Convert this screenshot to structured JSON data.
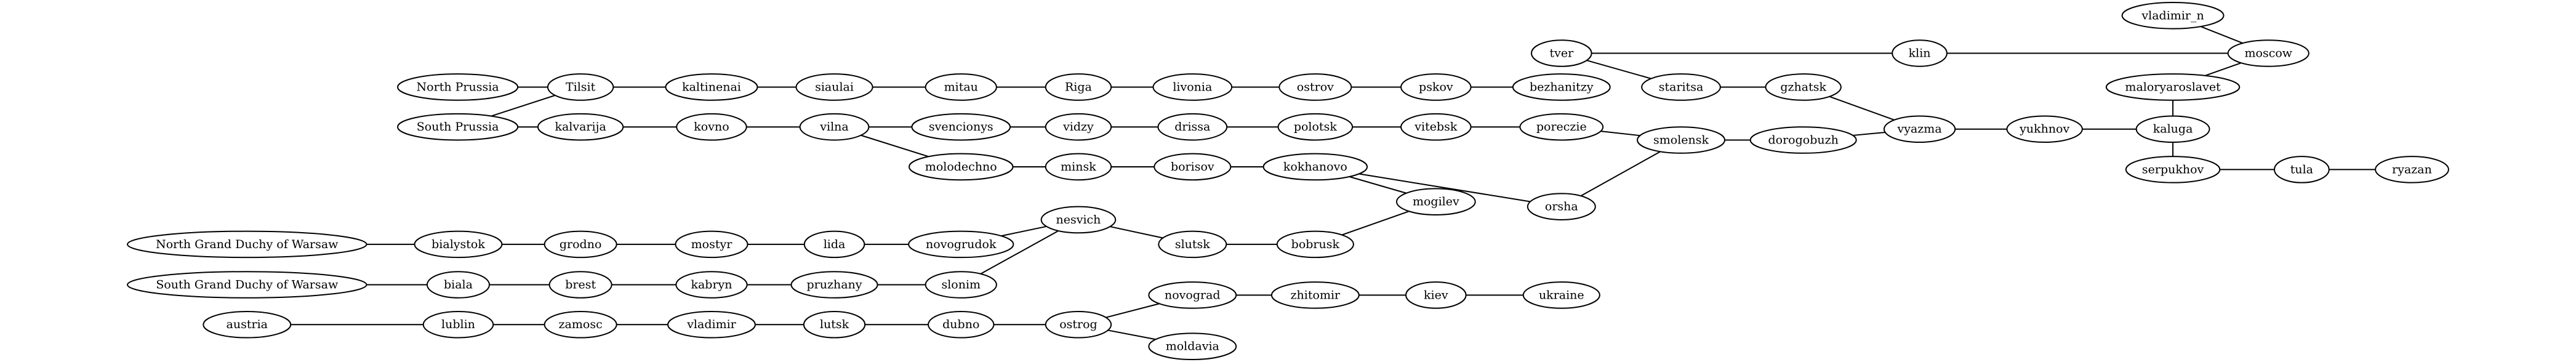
{
  "graph": {
    "nodes": [
      {
        "id": "north_prussia",
        "label": "North Prussia"
      },
      {
        "id": "south_prussia",
        "label": "South Prussia"
      },
      {
        "id": "north_gdw",
        "label": "North Grand Duchy of Warsaw"
      },
      {
        "id": "south_gdw",
        "label": "South Grand Duchy of Warsaw"
      },
      {
        "id": "austria",
        "label": "austria"
      },
      {
        "id": "tilsit",
        "label": "Tilsit"
      },
      {
        "id": "kaltinenai",
        "label": "kaltinenai"
      },
      {
        "id": "siaulai",
        "label": "siaulai"
      },
      {
        "id": "mitau",
        "label": "mitau"
      },
      {
        "id": "riga",
        "label": "Riga"
      },
      {
        "id": "livonia",
        "label": "livonia"
      },
      {
        "id": "ostrov",
        "label": "ostrov"
      },
      {
        "id": "pskov",
        "label": "pskov"
      },
      {
        "id": "bezhanitzy",
        "label": "bezhanitzy"
      },
      {
        "id": "kalvarija",
        "label": "kalvarija"
      },
      {
        "id": "kovno",
        "label": "kovno"
      },
      {
        "id": "vilna",
        "label": "vilna"
      },
      {
        "id": "svencionys",
        "label": "svencionys"
      },
      {
        "id": "vidzy",
        "label": "vidzy"
      },
      {
        "id": "drissa",
        "label": "drissa"
      },
      {
        "id": "polotsk",
        "label": "polotsk"
      },
      {
        "id": "vitebsk",
        "label": "vitebsk"
      },
      {
        "id": "poreczie",
        "label": "poreczie"
      },
      {
        "id": "molodechno",
        "label": "molodechno"
      },
      {
        "id": "minsk",
        "label": "minsk"
      },
      {
        "id": "borisov",
        "label": "borisov"
      },
      {
        "id": "kokhanovo",
        "label": "kokhanovo"
      },
      {
        "id": "orsha",
        "label": "orsha"
      },
      {
        "id": "mogilev",
        "label": "mogilev"
      },
      {
        "id": "bialystok",
        "label": "bialystok"
      },
      {
        "id": "grodno",
        "label": "grodno"
      },
      {
        "id": "mostyr",
        "label": "mostyr"
      },
      {
        "id": "lida",
        "label": "lida"
      },
      {
        "id": "novogrudok",
        "label": "novogrudok"
      },
      {
        "id": "nesvich",
        "label": "nesvich"
      },
      {
        "id": "slutsk",
        "label": "slutsk"
      },
      {
        "id": "bobrusk",
        "label": "bobrusk"
      },
      {
        "id": "biala",
        "label": "biala"
      },
      {
        "id": "brest",
        "label": "brest"
      },
      {
        "id": "kabryn",
        "label": "kabryn"
      },
      {
        "id": "pruzhany",
        "label": "pruzhany"
      },
      {
        "id": "slonim",
        "label": "slonim"
      },
      {
        "id": "lublin",
        "label": "lublin"
      },
      {
        "id": "zamosc",
        "label": "zamosc"
      },
      {
        "id": "vladimir",
        "label": "vladimir"
      },
      {
        "id": "lutsk",
        "label": "lutsk"
      },
      {
        "id": "dubno",
        "label": "dubno"
      },
      {
        "id": "ostrog",
        "label": "ostrog"
      },
      {
        "id": "novograd",
        "label": "novograd"
      },
      {
        "id": "zhitomir",
        "label": "zhitomir"
      },
      {
        "id": "kiev",
        "label": "kiev"
      },
      {
        "id": "ukraine",
        "label": "ukraine"
      },
      {
        "id": "moldavia",
        "label": "moldavia"
      },
      {
        "id": "tver",
        "label": "tver"
      },
      {
        "id": "klin",
        "label": "klin"
      },
      {
        "id": "moscow",
        "label": "moscow"
      },
      {
        "id": "vladimir_n",
        "label": "vladimir_n"
      },
      {
        "id": "staritsa",
        "label": "staritsa"
      },
      {
        "id": "gzhatsk",
        "label": "gzhatsk"
      },
      {
        "id": "maloryaroslavet",
        "label": "maloryaroslavet"
      },
      {
        "id": "smolensk",
        "label": "smolensk"
      },
      {
        "id": "dorogobuzh",
        "label": "dorogobuzh"
      },
      {
        "id": "vyazma",
        "label": "vyazma"
      },
      {
        "id": "yukhnov",
        "label": "yukhnov"
      },
      {
        "id": "kaluga",
        "label": "kaluga"
      },
      {
        "id": "serpukhov",
        "label": "serpukhov"
      },
      {
        "id": "tula",
        "label": "tula"
      },
      {
        "id": "ryazan",
        "label": "ryazan"
      }
    ],
    "edges": [
      [
        "north_prussia",
        "tilsit"
      ],
      [
        "south_prussia",
        "tilsit"
      ],
      [
        "south_prussia",
        "kalvarija"
      ],
      [
        "tilsit",
        "kaltinenai"
      ],
      [
        "kaltinenai",
        "siaulai"
      ],
      [
        "siaulai",
        "mitau"
      ],
      [
        "mitau",
        "riga"
      ],
      [
        "riga",
        "livonia"
      ],
      [
        "livonia",
        "ostrov"
      ],
      [
        "ostrov",
        "pskov"
      ],
      [
        "pskov",
        "bezhanitzy"
      ],
      [
        "kalvarija",
        "kovno"
      ],
      [
        "kovno",
        "vilna"
      ],
      [
        "vilna",
        "svencionys"
      ],
      [
        "vilna",
        "molodechno"
      ],
      [
        "svencionys",
        "vidzy"
      ],
      [
        "vidzy",
        "drissa"
      ],
      [
        "drissa",
        "polotsk"
      ],
      [
        "polotsk",
        "vitebsk"
      ],
      [
        "vitebsk",
        "poreczie"
      ],
      [
        "poreczie",
        "smolensk"
      ],
      [
        "molodechno",
        "minsk"
      ],
      [
        "minsk",
        "borisov"
      ],
      [
        "borisov",
        "kokhanovo"
      ],
      [
        "kokhanovo",
        "orsha"
      ],
      [
        "kokhanovo",
        "mogilev"
      ],
      [
        "orsha",
        "smolensk"
      ],
      [
        "north_gdw",
        "bialystok"
      ],
      [
        "bialystok",
        "grodno"
      ],
      [
        "grodno",
        "mostyr"
      ],
      [
        "mostyr",
        "lida"
      ],
      [
        "lida",
        "novogrudok"
      ],
      [
        "novogrudok",
        "nesvich"
      ],
      [
        "nesvich",
        "slutsk"
      ],
      [
        "slutsk",
        "bobrusk"
      ],
      [
        "bobrusk",
        "mogilev"
      ],
      [
        "south_gdw",
        "biala"
      ],
      [
        "biala",
        "brest"
      ],
      [
        "brest",
        "kabryn"
      ],
      [
        "kabryn",
        "pruzhany"
      ],
      [
        "pruzhany",
        "slonim"
      ],
      [
        "slonim",
        "nesvich"
      ],
      [
        "austria",
        "lublin"
      ],
      [
        "lublin",
        "zamosc"
      ],
      [
        "zamosc",
        "vladimir"
      ],
      [
        "vladimir",
        "lutsk"
      ],
      [
        "lutsk",
        "dubno"
      ],
      [
        "dubno",
        "ostrog"
      ],
      [
        "ostrog",
        "novograd"
      ],
      [
        "ostrog",
        "moldavia"
      ],
      [
        "novograd",
        "zhitomir"
      ],
      [
        "zhitomir",
        "kiev"
      ],
      [
        "kiev",
        "ukraine"
      ],
      [
        "tver",
        "klin"
      ],
      [
        "tver",
        "staritsa"
      ],
      [
        "klin",
        "moscow"
      ],
      [
        "vladimir_n",
        "moscow"
      ],
      [
        "staritsa",
        "gzhatsk"
      ],
      [
        "gzhatsk",
        "vyazma"
      ],
      [
        "smolensk",
        "dorogobuzh"
      ],
      [
        "dorogobuzh",
        "vyazma"
      ],
      [
        "vyazma",
        "yukhnov"
      ],
      [
        "yukhnov",
        "kaluga"
      ],
      [
        "kaluga",
        "maloryaroslavet"
      ],
      [
        "kaluga",
        "serpukhov"
      ],
      [
        "maloryaroslavet",
        "moscow"
      ],
      [
        "serpukhov",
        "tula"
      ],
      [
        "tula",
        "ryazan"
      ]
    ]
  }
}
